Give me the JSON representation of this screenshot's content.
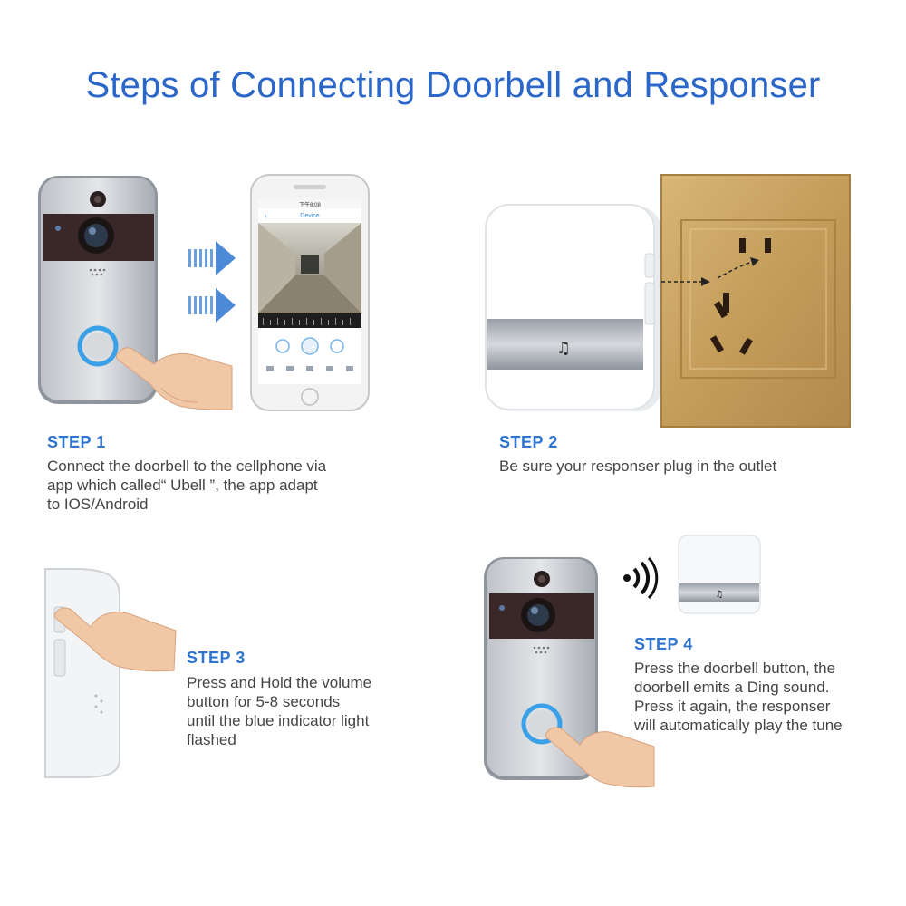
{
  "title": "Steps of Connecting Doorbell and Responser",
  "colors": {
    "accent": "#2a67c9",
    "step": "#2f74d0",
    "text": "#444444",
    "ring": "#3aa0e8",
    "gold": "#c9a462"
  },
  "phone": {
    "time": "下午8:08",
    "header": "Device"
  },
  "steps": [
    {
      "label": "STEP 1",
      "lines": [
        "Connect the doorbell to the cellphone via",
        "app which called“ Ubell ”, the app adapt",
        "to IOS/Android"
      ]
    },
    {
      "label": "STEP 2",
      "lines": [
        "Be sure your responser plug in the outlet"
      ]
    },
    {
      "label": "STEP 3",
      "lines": [
        "Press and Hold the volume",
        "button for 5-8 seconds",
        "until the blue indicator light",
        "flashed"
      ]
    },
    {
      "label": "STEP 4",
      "lines": [
        "Press the doorbell button, the",
        "doorbell emits a Ding sound.",
        "Press it again, the responser",
        "will automatically play the tune"
      ]
    }
  ]
}
